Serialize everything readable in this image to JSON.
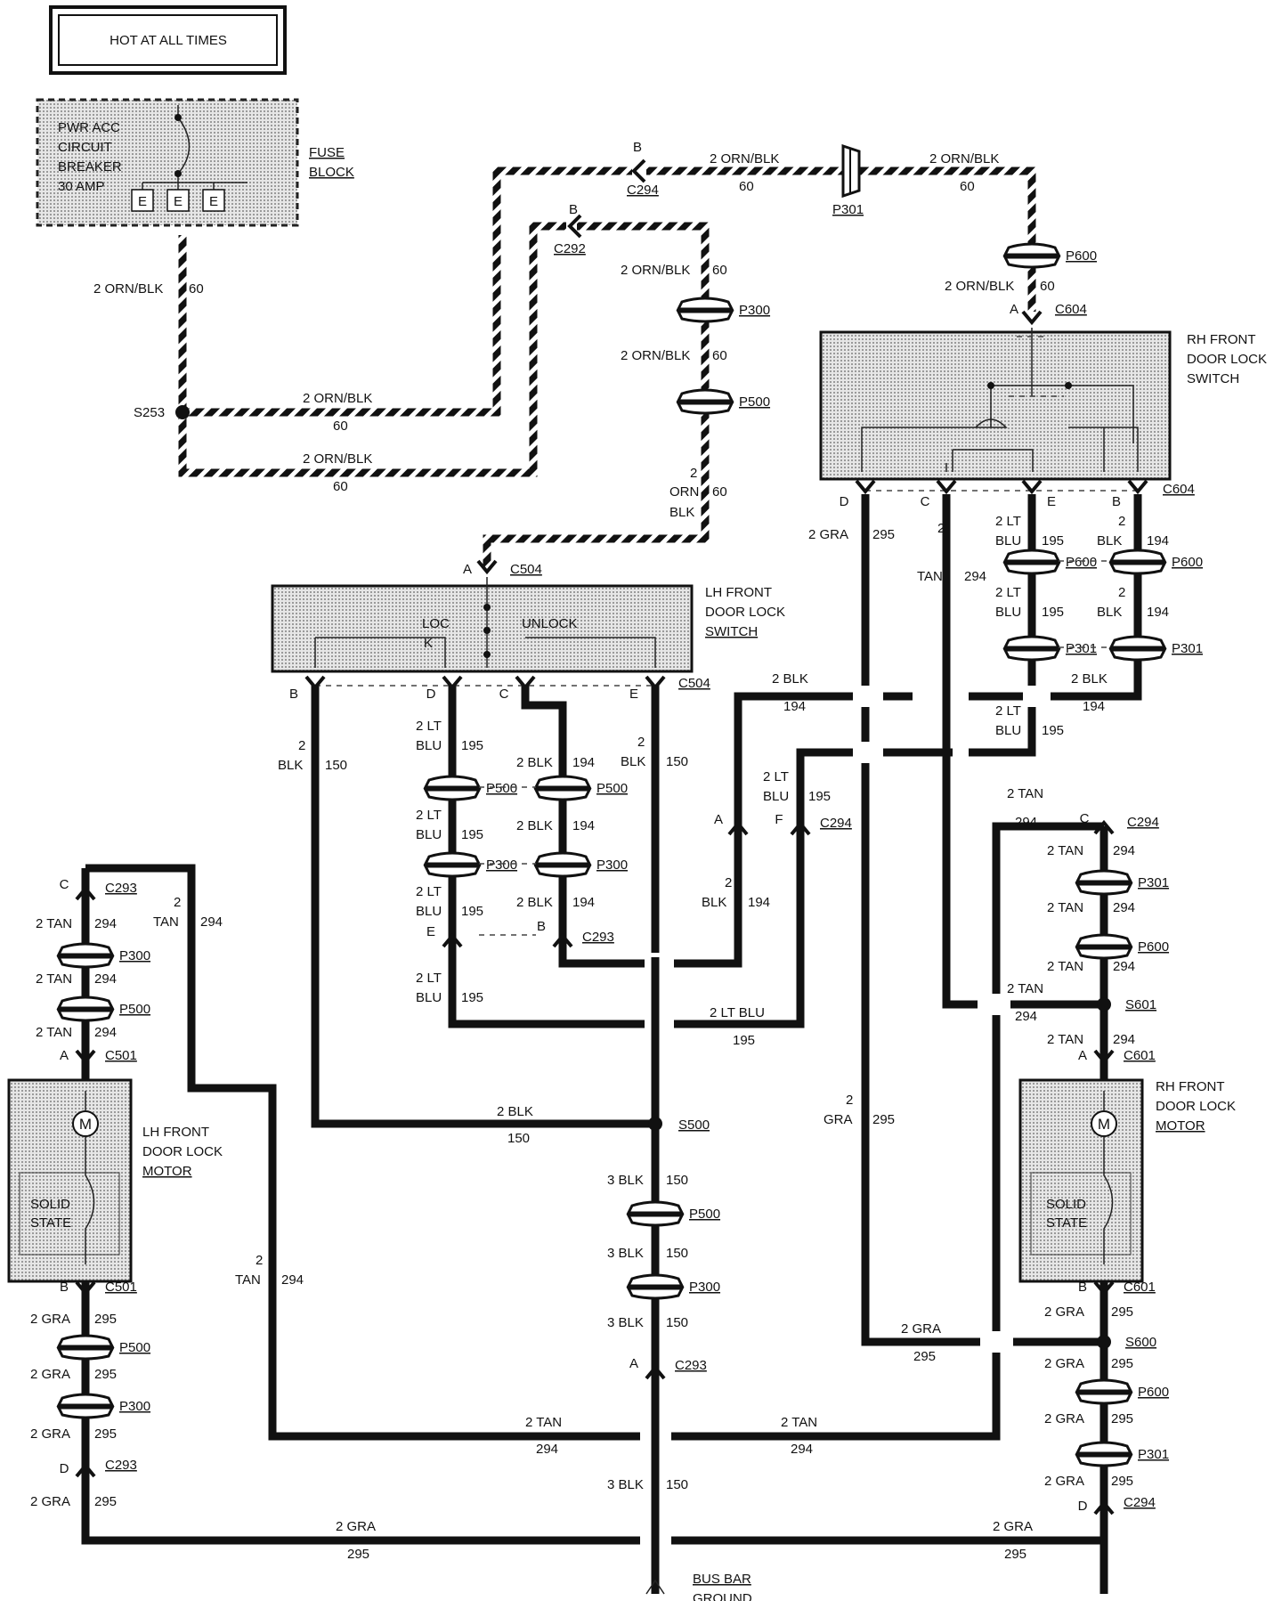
{
  "title": "HOT AT ALL TIMES",
  "fuse_box": {
    "lines": [
      "PWR ACC",
      "CIRCUIT",
      "BREAKER",
      "30 AMP"
    ],
    "fuse_block": [
      "FUSE",
      "BLOCK"
    ],
    "e_label": "E"
  },
  "components": {
    "lh_switch": [
      "LH FRONT",
      "DOOR LOCK",
      "SWITCH"
    ],
    "rh_switch": [
      "RH FRONT",
      "DOOR LOCK",
      "SWITCH"
    ],
    "lh_motor": [
      "LH FRONT",
      "DOOR LOCK",
      "MOTOR"
    ],
    "rh_motor": [
      "RH FRONT",
      "DOOR LOCK",
      "MOTOR"
    ],
    "lock": [
      "LOC",
      "K"
    ],
    "unlock": "UNLOCK",
    "solid_state": [
      "SOLID",
      "STATE"
    ],
    "motor_symbol": "M",
    "bus_bar": [
      "BUS BAR",
      "GROUND"
    ]
  },
  "connectors": {
    "C294": "C294",
    "C292": "C292",
    "C293": "C293",
    "C501": "C501",
    "C504": "C504",
    "C601": "C601",
    "C604": "C604",
    "P300": "P300",
    "P301": "P301",
    "P500": "P500",
    "P600": "P600"
  },
  "splices": {
    "S253": "S253",
    "S500": "S500",
    "S600": "S600",
    "S601": "S601"
  },
  "pins": {
    "A": "A",
    "B": "B",
    "C": "C",
    "D": "D",
    "E": "E",
    "F": "F"
  },
  "wires": {
    "orn_blk": "2 ORN/BLK",
    "orn": "ORN",
    "blk_word": "BLK",
    "blk2": "2 BLK",
    "blk3": "3 BLK",
    "lt": "2 LT",
    "blu": "BLU",
    "lt_blu": "2 LT BLU",
    "tan": "2 TAN",
    "tan_word": "TAN",
    "gra": "2 GRA",
    "gra_word": "GRA",
    "two": "2",
    "c60": "60",
    "c150": "150",
    "c194": "194",
    "c195": "195",
    "c294": "294",
    "c295": "295"
  }
}
